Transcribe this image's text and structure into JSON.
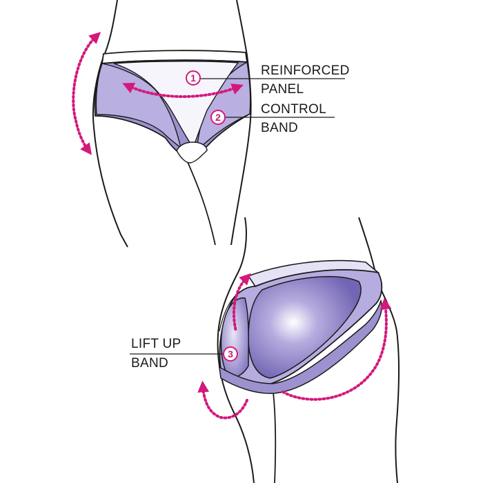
{
  "colors": {
    "outline": "#1a1a1a",
    "fabric_light": "#c9c1e6",
    "fabric_mid": "#9d92cf",
    "fabric_dark": "#7a6db8",
    "panel_white": "#f7f5fc",
    "arrow": "#d4187c",
    "marker_ring": "#d4187c",
    "background": "#ffffff"
  },
  "icons": {
    "arrow_style": "dotted-curved-double-arrow",
    "marker_style": "circled-number"
  },
  "callouts": [
    {
      "number": "1",
      "label_lines": [
        "REINFORCED",
        "PANEL"
      ]
    },
    {
      "number": "2",
      "label_lines": [
        "CONTROL",
        "BAND"
      ]
    },
    {
      "number": "3",
      "label_lines": [
        "LIFT UP",
        "BAND"
      ]
    }
  ]
}
